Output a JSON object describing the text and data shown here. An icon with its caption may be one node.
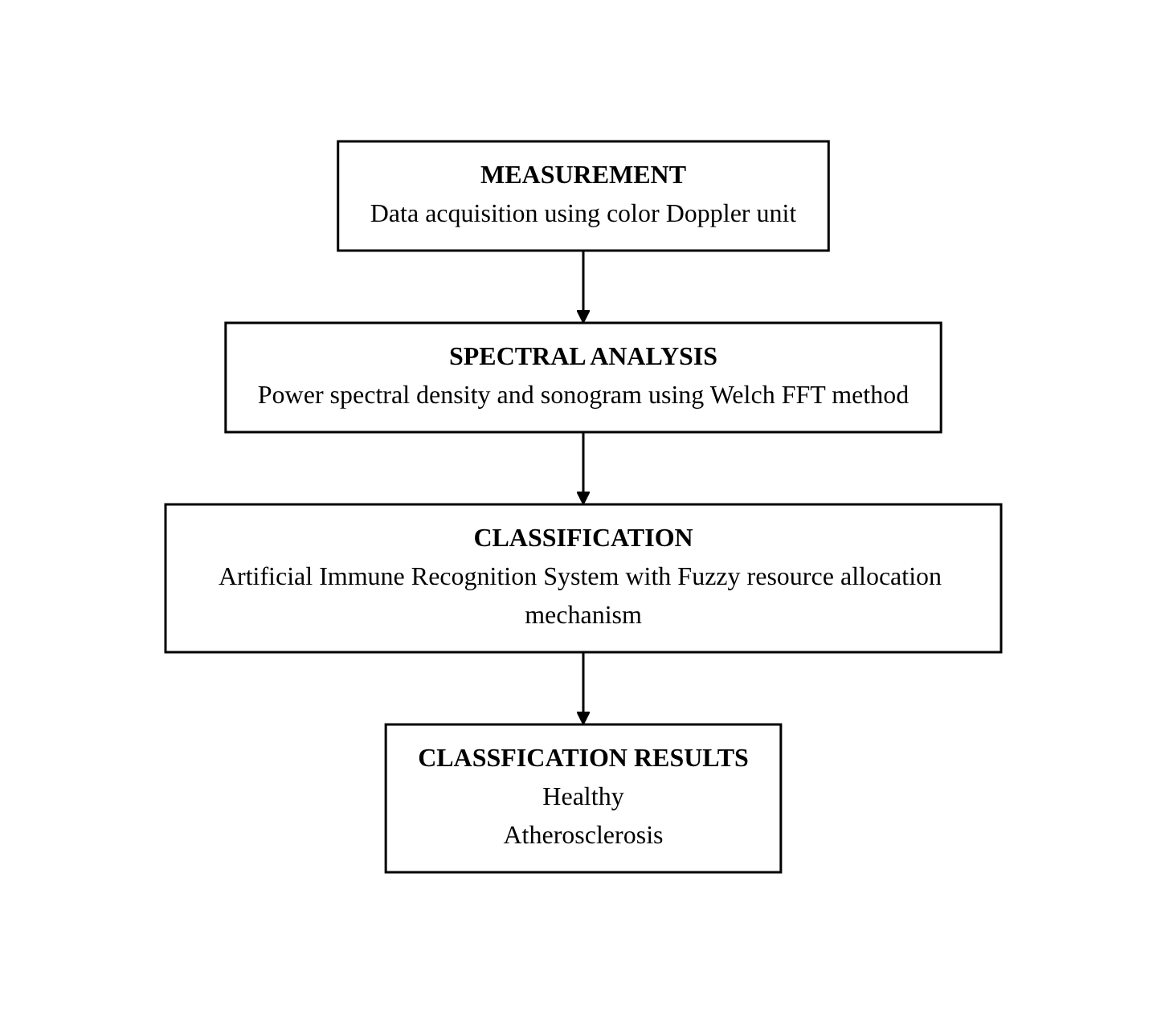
{
  "diagram": {
    "nodes": [
      {
        "text": [
          "MEASUREMENT",
          "Data acquisition using color Doppler unit"
        ]
      },
      {
        "text": [
          "SPECTRAL ANALYSIS",
          "Power spectral density and sonogram using Welch FFT method"
        ]
      },
      {
        "text": [
          "CLASSIFICATION",
          "Artificial Immune Recognition System with Fuzzy resource allocation mechanism"
        ]
      },
      {
        "text": [
          "CLASSFICATION RESULTS",
          "Healthy",
          "Atherosclerosis"
        ]
      }
    ],
    "edges": [
      {
        "from": 0,
        "to": 1,
        "arrow": "to"
      },
      {
        "from": 1,
        "to": 2,
        "arrow": "to"
      },
      {
        "from": 2,
        "to": 3,
        "arrow": "to"
      }
    ]
  }
}
